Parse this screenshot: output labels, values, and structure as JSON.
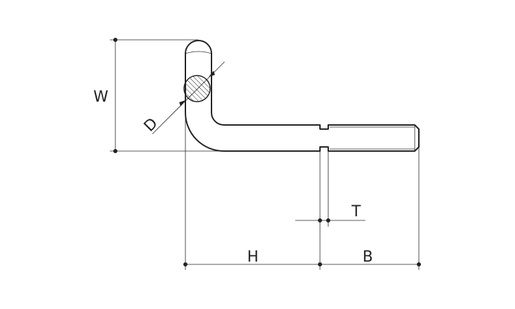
{
  "diagram": {
    "labels": {
      "w": "W",
      "d": "D",
      "t": "T",
      "h": "H",
      "b": "B"
    },
    "colors": {
      "line": "#222222",
      "background": "#ffffff"
    }
  }
}
